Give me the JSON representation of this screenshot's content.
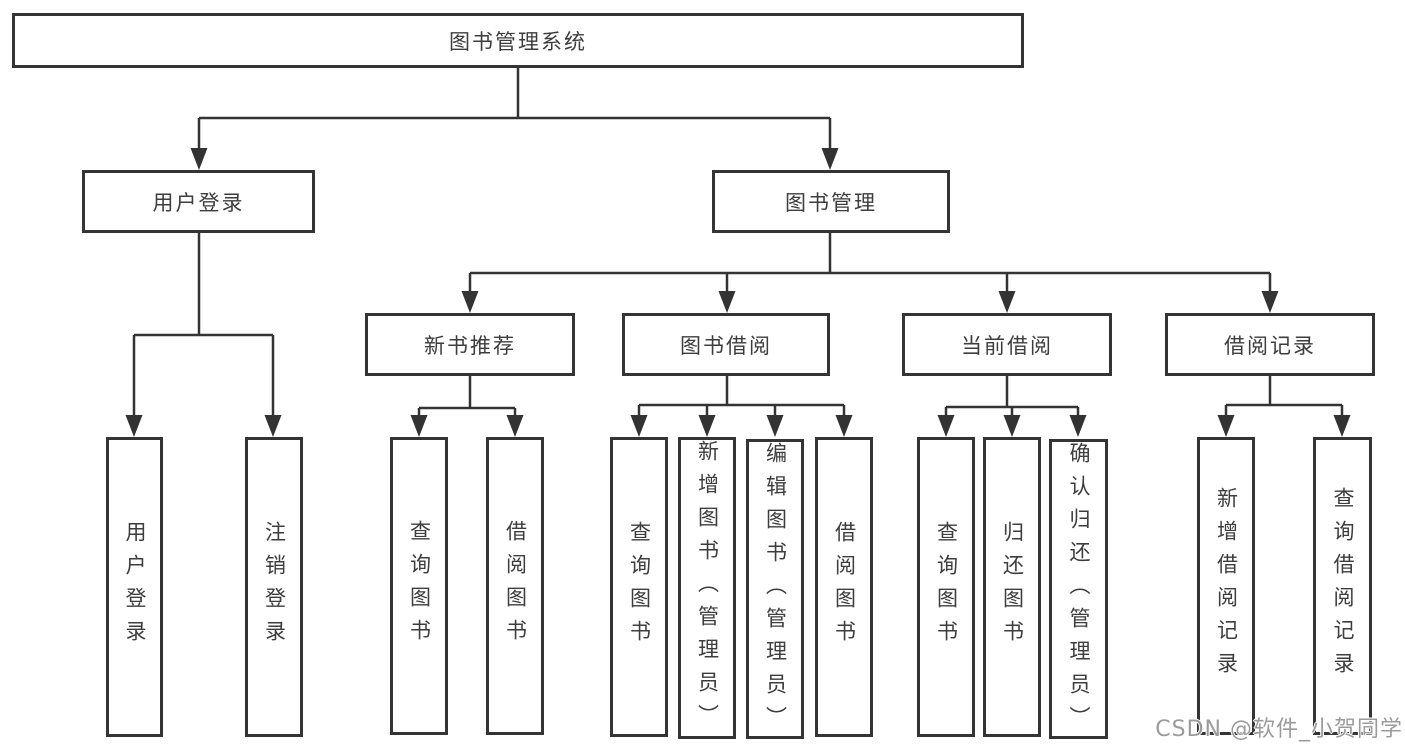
{
  "diagram": {
    "tree": {
      "root": {
        "label": "图书管理系统"
      },
      "children": [
        {
          "label": "用户登录",
          "children": [
            {
              "label": "用户登录"
            },
            {
              "label": "注销登录"
            }
          ]
        },
        {
          "label": "图书管理",
          "children": [
            {
              "label": "新书推荐",
              "children": [
                {
                  "label": "查询图书"
                },
                {
                  "label": "借阅图书"
                }
              ]
            },
            {
              "label": "图书借阅",
              "children": [
                {
                  "label": "查询图书"
                },
                {
                  "label": "新增图书（管理员）"
                },
                {
                  "label": "编辑图书（管理员）"
                },
                {
                  "label": "借阅图书"
                }
              ]
            },
            {
              "label": "当前借阅",
              "children": [
                {
                  "label": "查询图书"
                },
                {
                  "label": "归还图书"
                },
                {
                  "label": "确认归还（管理员）"
                }
              ]
            },
            {
              "label": "借阅记录",
              "children": [
                {
                  "label": "新增借阅记录"
                },
                {
                  "label": "查询借阅记录"
                }
              ]
            }
          ]
        }
      ]
    },
    "colors": {
      "line": "#333333",
      "border": "#343434",
      "text": "#3d3d3d",
      "watermark": "#9b9b9b"
    },
    "watermark": "CSDN @软件_小贺同学"
  }
}
